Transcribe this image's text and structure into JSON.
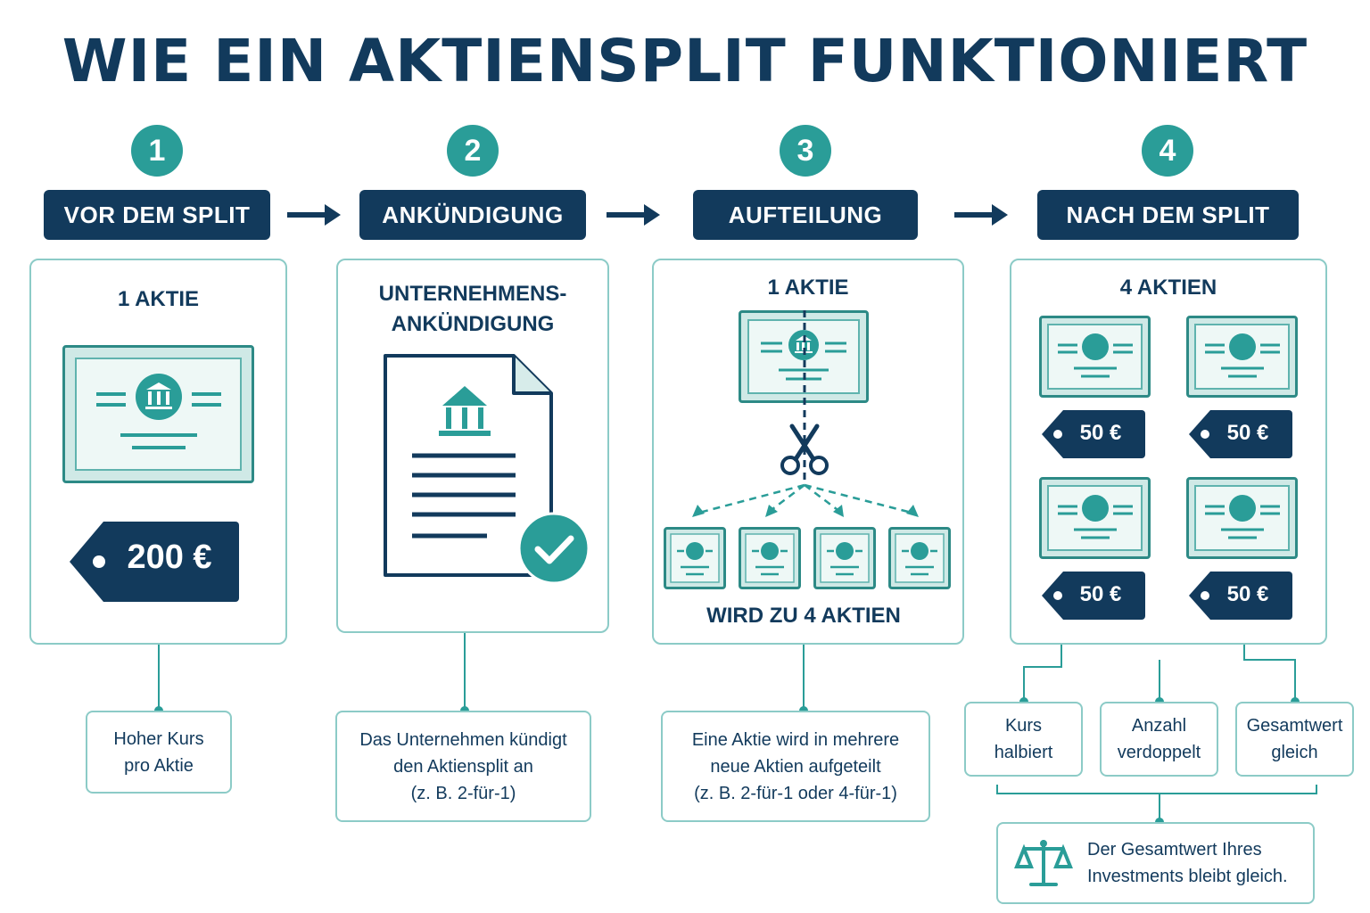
{
  "title": "WIE EIN AKTIENSPLIT FUNKTIONIERT",
  "colors": {
    "navy": "#123a5c",
    "teal": "#2a9d98",
    "light_teal": "#8ccbc7",
    "cert_fill": "#cfe9e6"
  },
  "steps": [
    {
      "number": "1",
      "label": "VOR DEM SPLIT",
      "card_title": "1 AKTIE",
      "price": "200 €",
      "note": [
        "Hoher Kurs",
        "pro Aktie"
      ]
    },
    {
      "number": "2",
      "label": "ANKÜNDIGUNG",
      "card_title_lines": [
        "UNTERNEHMENS-",
        "ANKÜNDIGUNG"
      ],
      "note": [
        "Das Unternehmen kündigt",
        "den Aktiensplit an",
        "(z. B. 2-für-1)"
      ]
    },
    {
      "number": "3",
      "label": "AUFTEILUNG",
      "card_title": "1 AKTIE",
      "card_footer": "WIRD ZU 4 AKTIEN",
      "note": [
        "Eine Aktie wird in mehrere",
        "neue Aktien aufgeteilt",
        "(z. B. 2-für-1 oder 4-für-1)"
      ]
    },
    {
      "number": "4",
      "label": "NACH DEM SPLIT",
      "card_title": "4 AKTIEN",
      "prices": [
        "50 €",
        "50 €",
        "50 €",
        "50 €"
      ]
    }
  ],
  "results": [
    {
      "lines": [
        "Kurs",
        "halbiert"
      ]
    },
    {
      "lines": [
        "Anzahl",
        "verdoppelt"
      ]
    },
    {
      "lines": [
        "Gesamtwert",
        "gleich"
      ]
    }
  ],
  "summary": [
    "Der Gesamtwert Ihres",
    "Investments bleibt gleich."
  ],
  "icons": [
    "bank-icon",
    "document-icon",
    "checkmark-icon",
    "scissors-icon",
    "arrow-right-icon",
    "price-tag-icon",
    "scale-icon"
  ]
}
